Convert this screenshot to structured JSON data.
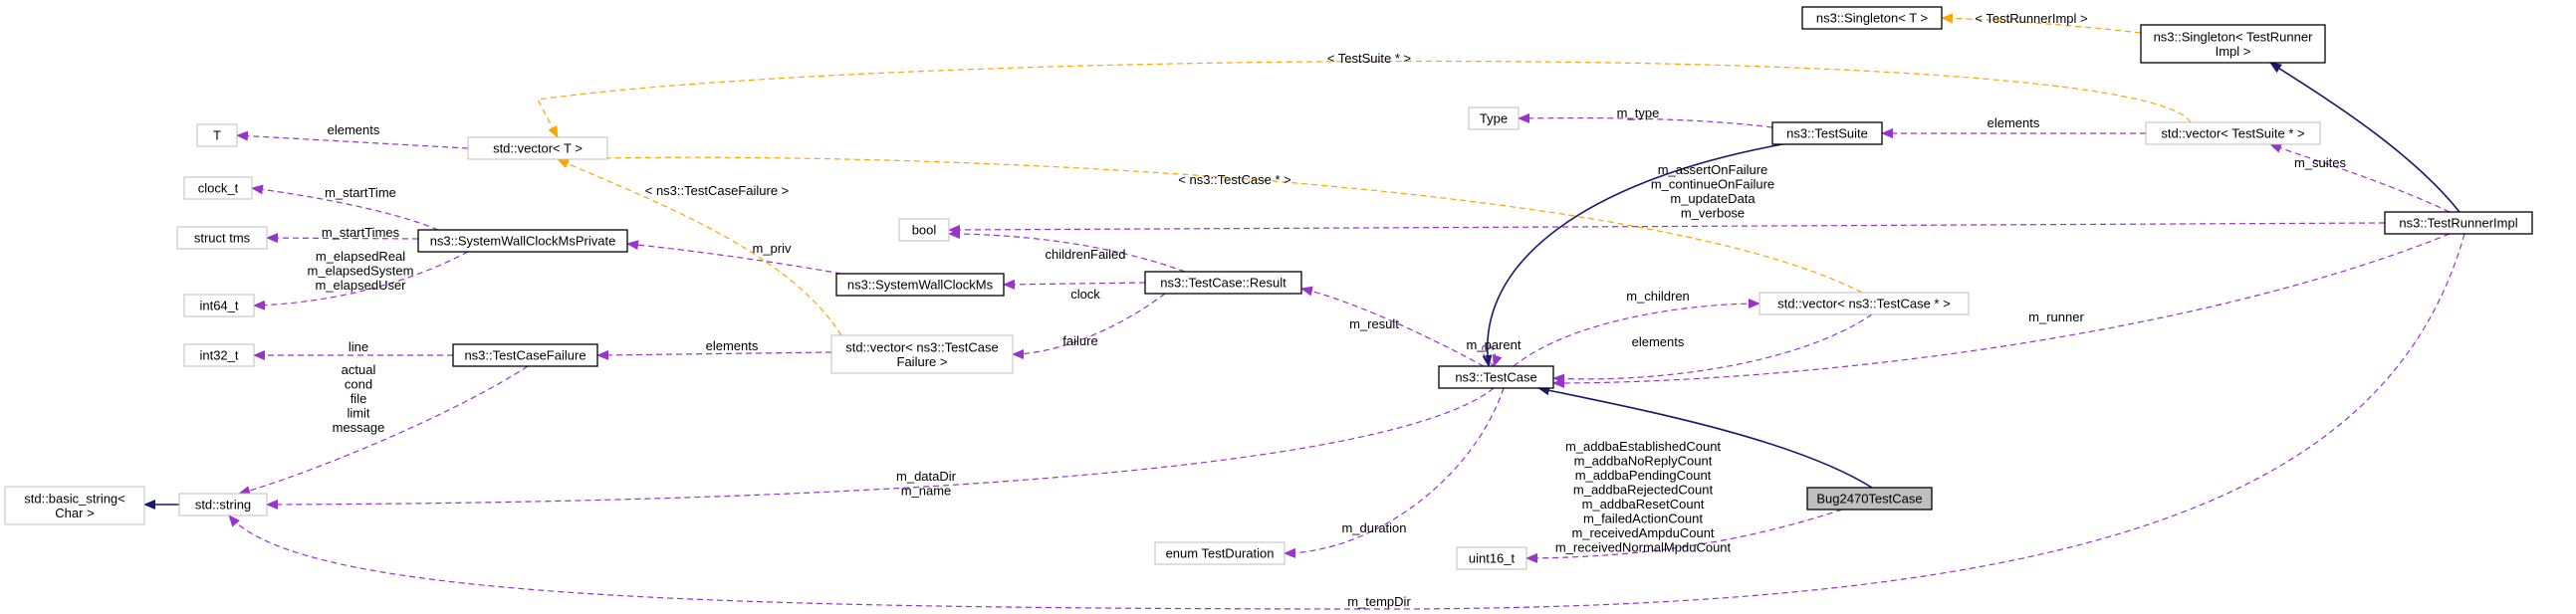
{
  "nodes": {
    "bug": {
      "label": "Bug2470TestCase",
      "style": "focus"
    },
    "testcase": {
      "label": "ns3::TestCase",
      "style": "strong"
    },
    "result": {
      "label": "ns3::TestCase::Result",
      "style": "strong"
    },
    "swcm": {
      "label": "ns3::SystemWallClockMs",
      "style": "strong"
    },
    "swcmp": {
      "label": "ns3::SystemWallClockMsPrivate",
      "style": "strong"
    },
    "tcf": {
      "label": "ns3::TestCaseFailure",
      "style": "strong"
    },
    "testsuite": {
      "label": "ns3::TestSuite",
      "style": "strong"
    },
    "runnerimpl": {
      "label": "ns3::TestRunnerImpl",
      "style": "strong"
    },
    "singleton_tri": {
      "label": [
        "ns3::Singleton< TestRunner",
        "Impl >"
      ],
      "style": "strong"
    },
    "singleton_t": {
      "label": "ns3::Singleton< T >",
      "style": "strong"
    },
    "vec_t": {
      "label": "std::vector< T >",
      "style": "light"
    },
    "t": {
      "label": "T",
      "style": "light"
    },
    "clock_t": {
      "label": "clock_t",
      "style": "light"
    },
    "tms": {
      "label": "struct tms",
      "style": "light"
    },
    "int64": {
      "label": "int64_t",
      "style": "light"
    },
    "int32": {
      "label": "int32_t",
      "style": "light"
    },
    "basic_string": {
      "label": [
        "std::basic_string<",
        "Char >"
      ],
      "style": "light"
    },
    "string": {
      "label": "std::string",
      "style": "light"
    },
    "bool": {
      "label": "bool",
      "style": "light"
    },
    "type": {
      "label": "Type",
      "style": "light"
    },
    "vec_tcf": {
      "label": [
        "std::vector< ns3::TestCase",
        "Failure >"
      ],
      "style": "light"
    },
    "vec_tc": {
      "label": "std::vector< ns3::TestCase * >",
      "style": "light"
    },
    "vec_ts": {
      "label": "std::vector< TestSuite * >",
      "style": "light"
    },
    "duration": {
      "label": "enum TestDuration",
      "style": "light"
    },
    "uint16": {
      "label": "uint16_t",
      "style": "light"
    }
  },
  "edge_labels": {
    "t_elements": "elements",
    "vec_t_to_singleton": "< TestSuite * >",
    "singleton_inst": "< TestRunnerImpl >",
    "m_type": "m_type",
    "ts_elements": "elements",
    "m_suites": "m_suites",
    "tc_inst": "< ns3::TestCase * >",
    "tcf_inst": "< ns3::TestCaseFailure >",
    "m_startTime": "m_startTime",
    "m_startTimes": "m_startTimes",
    "int64_members": [
      "m_elapsedReal",
      "m_elapsedSystem",
      "m_elapsedUser"
    ],
    "bool_members_runner": [
      "m_assertOnFailure",
      "m_continueOnFailure",
      "m_updateData",
      "m_verbose"
    ],
    "childrenFailed": "childrenFailed",
    "m_priv": "m_priv",
    "clock": "clock",
    "line": "line",
    "string_members_tcf": [
      "actual",
      "cond",
      "file",
      "limit",
      "message"
    ],
    "tcf_elements": "elements",
    "failure": "failure",
    "m_result": "m_result",
    "m_parent": "m_parent",
    "m_children": "m_children",
    "tc_elements": "elements",
    "m_runner": "m_runner",
    "string_members_tc": [
      "m_dataDir",
      "m_name"
    ],
    "m_duration": "m_duration",
    "uint16_members": [
      "m_addbaEstablishedCount",
      "m_addbaNoReplyCount",
      "m_addbaPendingCount",
      "m_addbaRejectedCount",
      "m_addbaResetCount",
      "m_failedActionCount",
      "m_receivedAmpduCount",
      "m_receivedNormalMpduCount"
    ],
    "m_tempDir": "m_tempDir"
  },
  "colors": {
    "inherit_edge": "#191970",
    "member_edge": "#9a32cd",
    "template_edge": "#ffa500",
    "strong_border": "#000000",
    "light_border": "#bfbfbf",
    "focus_fill": "#bfbfbf"
  }
}
